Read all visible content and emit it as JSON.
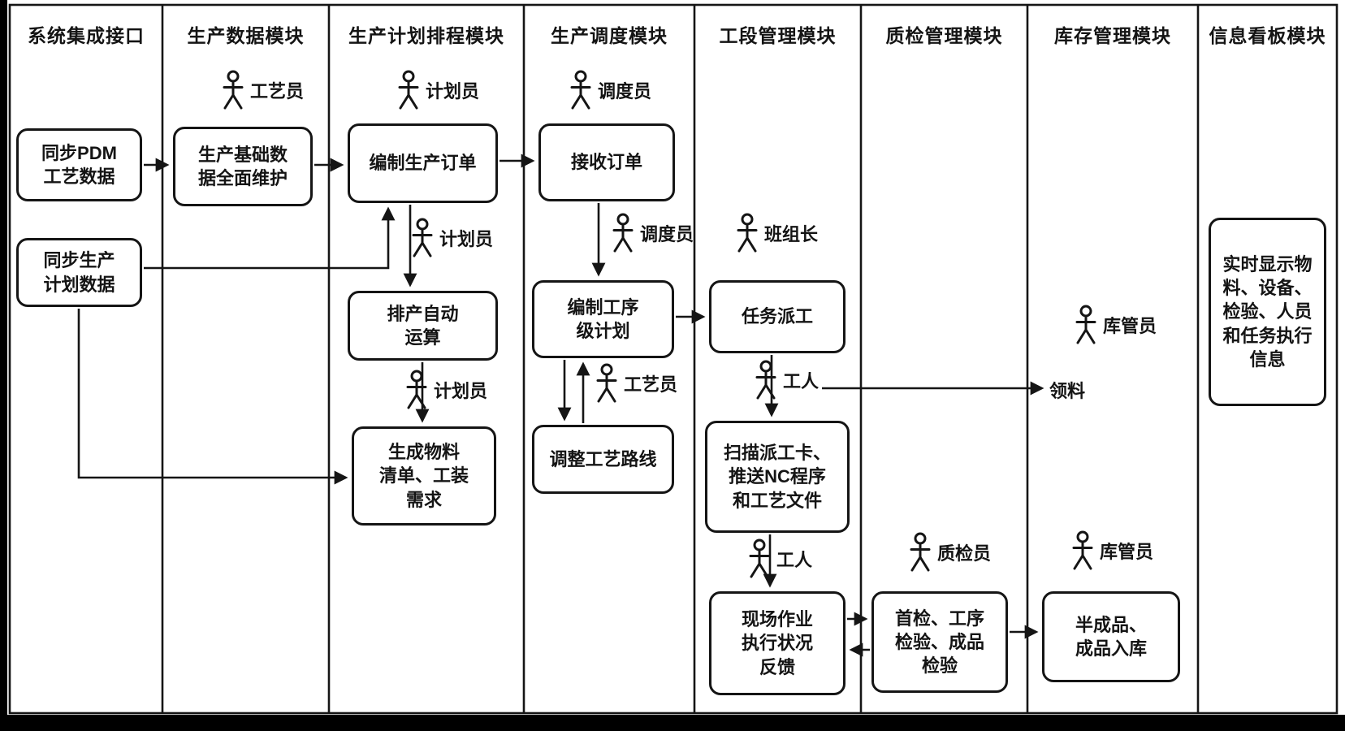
{
  "lanes": [
    {
      "title": "系统集成接口"
    },
    {
      "title": "生产数据模块"
    },
    {
      "title": "生产计划排程模块"
    },
    {
      "title": "生产调度模块"
    },
    {
      "title": "工段管理模块"
    },
    {
      "title": "质检管理模块"
    },
    {
      "title": "库存管理模块"
    },
    {
      "title": "信息看板模块"
    }
  ],
  "boxes": {
    "sync_pdm": {
      "label": "同步PDM\n工艺数据"
    },
    "sync_plan": {
      "label": "同步生产\n计划数据"
    },
    "base_data": {
      "label": "生产基础数\n据全面维护"
    },
    "create_order": {
      "label": "编制生产订单"
    },
    "auto_schedule": {
      "label": "排产自动\n运算"
    },
    "gen_bom": {
      "label": "生成物料\n清单、工装\n需求"
    },
    "receive_order": {
      "label": "接收订单"
    },
    "process_plan": {
      "label": "编制工序\n级计划"
    },
    "adjust_route": {
      "label": "调整工艺路线"
    },
    "task_dispatch": {
      "label": "任务派工"
    },
    "scan_card": {
      "label": "扫描派工卡、\n推送NC程序\n和工艺文件"
    },
    "site_feedback": {
      "label": "现场作业\n执行状况\n反馈"
    },
    "inspection": {
      "label": "首检、工序\n检验、成品\n检验"
    },
    "warehouse_in": {
      "label": "半成品、\n成品入库"
    },
    "info_board": {
      "label": "实时显示物\n料、设备、\n检验、人员\n和任务执行\n信息"
    }
  },
  "actors": {
    "craft_top": {
      "label": "工艺员"
    },
    "planner_top": {
      "label": "计划员"
    },
    "planner_mid": {
      "label": "计划员"
    },
    "planner_low": {
      "label": "计划员"
    },
    "dispatcher_top": {
      "label": "调度员"
    },
    "dispatcher_mid": {
      "label": "调度员"
    },
    "craft_mid": {
      "label": "工艺员"
    },
    "team_leader": {
      "label": "班组长"
    },
    "worker_1": {
      "label": "工人"
    },
    "worker_2": {
      "label": "工人"
    },
    "qc": {
      "label": "质检员"
    },
    "store_top": {
      "label": "库管员"
    },
    "store_low": {
      "label": "库管员"
    }
  },
  "floating_labels": {
    "material_pick": "领料"
  },
  "colors": {
    "line": "#151515",
    "background": "#ffffff"
  }
}
